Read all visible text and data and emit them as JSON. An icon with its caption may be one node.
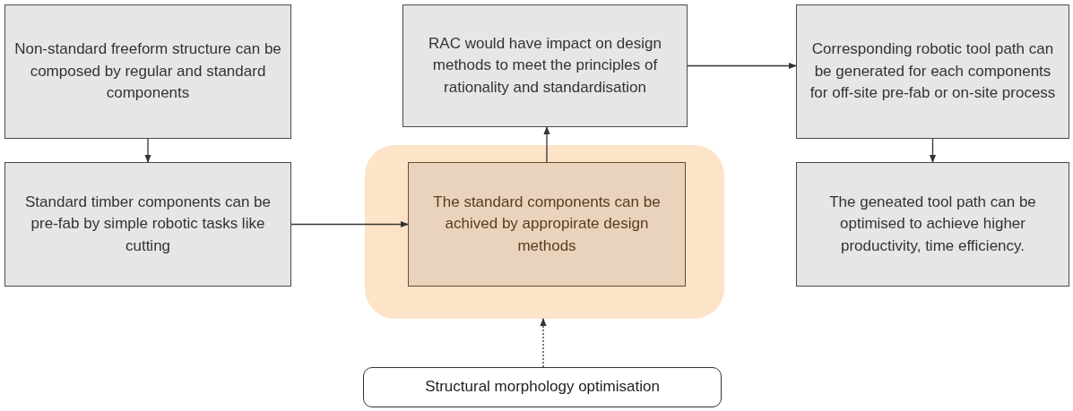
{
  "diagram": {
    "nodes": [
      {
        "text": [
          "Non-standard freeform structure can be composed by regular and standard components"
        ]
      },
      {
        "text": [
          "Standard timber components can be pre-fab by simple robotic tasks like cutting"
        ]
      },
      {
        "text": [],
        "shape": "box"
      },
      {
        "text": [
          "The standard components can be achived by appropirate design methods"
        ],
        "in": 2
      },
      {
        "text": [
          "RAC would have impact on design methods to meet the principles of rationality and standardisation"
        ]
      },
      {
        "text": [
          "Corresponding robotic tool path can be generated for each components for off-site pre-fab or on-site process"
        ]
      },
      {
        "text": [
          "The geneated tool path can be optimised to achieve higher productivity, time efficiency."
        ]
      },
      {
        "text": [
          "Structural morphology optimisation"
        ]
      }
    ],
    "edges": [
      {
        "from": 0,
        "to": 1,
        "arrow": "to"
      },
      {
        "from": 1,
        "to": 3,
        "arrow": "to"
      },
      {
        "from": 3,
        "to": 4,
        "arrow": "to"
      },
      {
        "from": 4,
        "to": 5,
        "arrow": "to"
      },
      {
        "from": 5,
        "to": 6,
        "arrow": "to"
      },
      {
        "from": 7,
        "to": 2,
        "arrow": "to",
        "style": "dashed"
      }
    ]
  }
}
